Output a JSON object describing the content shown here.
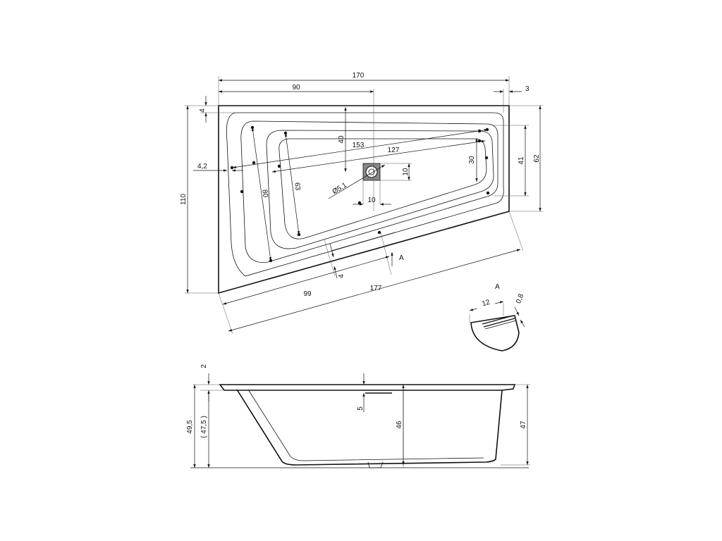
{
  "top_view": {
    "overall_length": "170",
    "drain_offset": "90",
    "rim_right": "3",
    "rim_top": "4",
    "overall_width": "110",
    "right_depth": "62",
    "inner_right": "41",
    "inner_right_small": "30",
    "drain_from_top": "40",
    "diagonal_outer": "153",
    "diagonal_inner": "127",
    "drain_box_height": "10",
    "drain_box_width": "10",
    "drain_diameter": "Ø5,1",
    "inner_depth_outer": "80",
    "inner_depth_inner": "63",
    "rim_left": "4,2",
    "front_rim": "4",
    "front_length_partial": "99",
    "front_length": "177",
    "section_mark": "A"
  },
  "detail_a": {
    "title": "A",
    "width": "12",
    "height": "0,8"
  },
  "side_view": {
    "rim_thickness": "2",
    "total_height": "49,5",
    "total_height_alt": "( 47,5 )",
    "overflow_depth": "5",
    "inner_depth": "46",
    "right_height": "47"
  }
}
